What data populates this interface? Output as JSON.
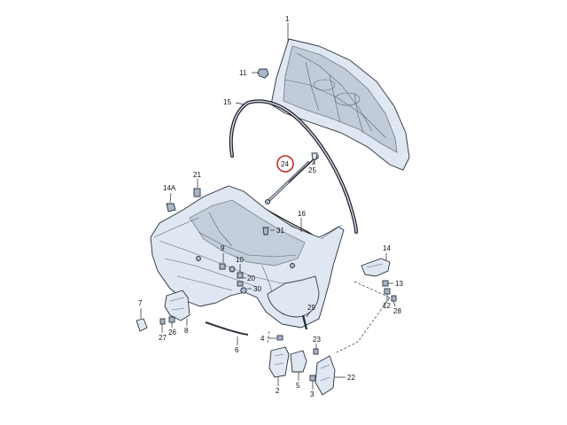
{
  "labels": {
    "p1": "1",
    "p2": "2",
    "p3": "3",
    "p4": "4",
    "p5": "5",
    "p6": "6",
    "p7": "7",
    "p8": "8",
    "p9": "9",
    "p10": "10",
    "p11": "11",
    "p12": "12",
    "p13": "13",
    "p14": "14",
    "p14a": "14A",
    "p15": "15",
    "p16": "16",
    "p20": "20",
    "p21": "21",
    "p22": "22",
    "p23": "23",
    "p24": "24",
    "p25": "25",
    "p26": "26",
    "p27": "27",
    "p28": "28",
    "p29": "29",
    "p30": "30",
    "p31": "31"
  },
  "highlight_color": "#c62828"
}
